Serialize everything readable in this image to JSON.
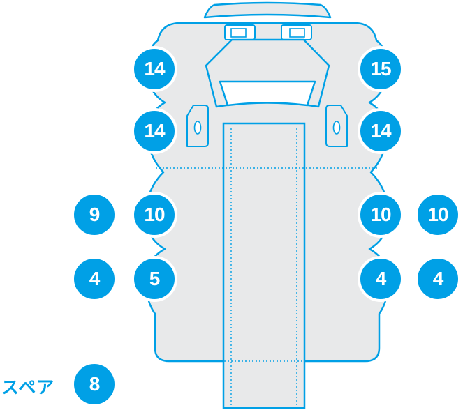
{
  "diagram": {
    "type": "vehicle-top-view-callout-diagram",
    "spare_label": "スペア",
    "callouts": [
      {
        "area": "front-left-wheel",
        "value": "14"
      },
      {
        "area": "front-right-wheel",
        "value": "15"
      },
      {
        "area": "second-row-left-wheel",
        "value": "14"
      },
      {
        "area": "second-row-right-wheel",
        "value": "14"
      },
      {
        "area": "rear-left-outer",
        "value": "9"
      },
      {
        "area": "rear-left-wheel",
        "value": "10"
      },
      {
        "area": "rear-right-wheel",
        "value": "10"
      },
      {
        "area": "rear-right-outer",
        "value": "10"
      },
      {
        "area": "rearmost-left-outer",
        "value": "4"
      },
      {
        "area": "rearmost-left-wheel",
        "value": "5"
      },
      {
        "area": "rearmost-right-wheel",
        "value": "4"
      },
      {
        "area": "rearmost-right-outer",
        "value": "4"
      },
      {
        "area": "spare-tire",
        "value": "8"
      }
    ]
  },
  "colors": {
    "accent": "#00A0E6",
    "body_fill": "#E8E9EA",
    "callout_text": "#FFFFFF"
  }
}
